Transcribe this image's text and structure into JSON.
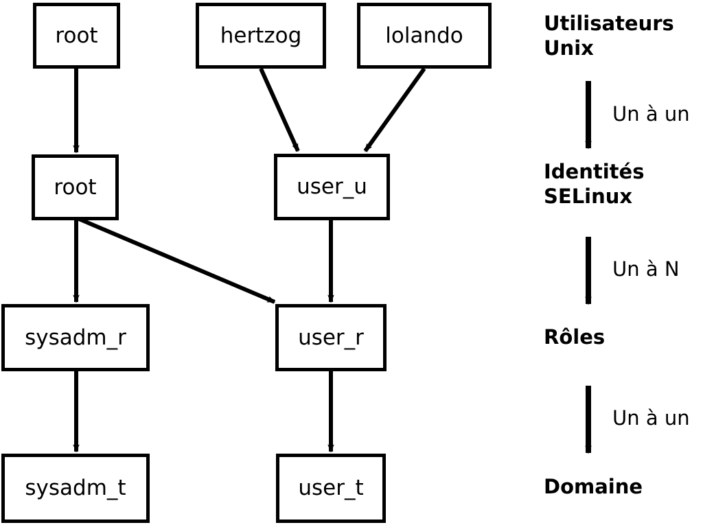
{
  "diagram": {
    "title": "SELinux user / identity / role / domain mapping",
    "background_color": "#ffffff",
    "stroke_color": "#000000",
    "node_fill": "#ffffff",
    "nodes": [
      {
        "id": "unix-root",
        "label": "root",
        "column": "left",
        "layer": "unix"
      },
      {
        "id": "unix-hertzog",
        "label": "hertzog",
        "column": "middle",
        "layer": "unix"
      },
      {
        "id": "unix-lolando",
        "label": "lolando",
        "column": "right",
        "layer": "unix"
      },
      {
        "id": "ident-root",
        "label": "root",
        "column": "left",
        "layer": "identity"
      },
      {
        "id": "ident-user",
        "label": "user_u",
        "column": "middle",
        "layer": "identity"
      },
      {
        "id": "role-sysadm",
        "label": "sysadm_r",
        "column": "left",
        "layer": "role"
      },
      {
        "id": "role-user",
        "label": "user_r",
        "column": "middle",
        "layer": "role"
      },
      {
        "id": "dom-sysadm",
        "label": "sysadm_t",
        "column": "left",
        "layer": "domain"
      },
      {
        "id": "dom-user",
        "label": "user_t",
        "column": "middle",
        "layer": "domain"
      }
    ],
    "edges": [
      {
        "from": "unix-root",
        "to": "ident-root"
      },
      {
        "from": "unix-hertzog",
        "to": "ident-user"
      },
      {
        "from": "unix-lolando",
        "to": "ident-user"
      },
      {
        "from": "ident-root",
        "to": "role-sysadm"
      },
      {
        "from": "ident-root",
        "to": "role-user"
      },
      {
        "from": "ident-user",
        "to": "role-user"
      },
      {
        "from": "role-sysadm",
        "to": "dom-sysadm"
      },
      {
        "from": "role-user",
        "to": "dom-user"
      }
    ]
  },
  "legend": {
    "stages": [
      {
        "id": "stage-unix",
        "label": "Utilisateurs\nUnix"
      },
      {
        "id": "stage-identity",
        "label": "Identités\nSELinux"
      },
      {
        "id": "stage-role",
        "label": "Rôles"
      },
      {
        "id": "stage-domain",
        "label": "Domaine"
      }
    ],
    "relations": [
      {
        "id": "relation-unix-identity",
        "label": "Un à un"
      },
      {
        "id": "relation-identity-role",
        "label": "Un à N"
      },
      {
        "id": "relation-role-domain",
        "label": "Un à un"
      }
    ]
  }
}
